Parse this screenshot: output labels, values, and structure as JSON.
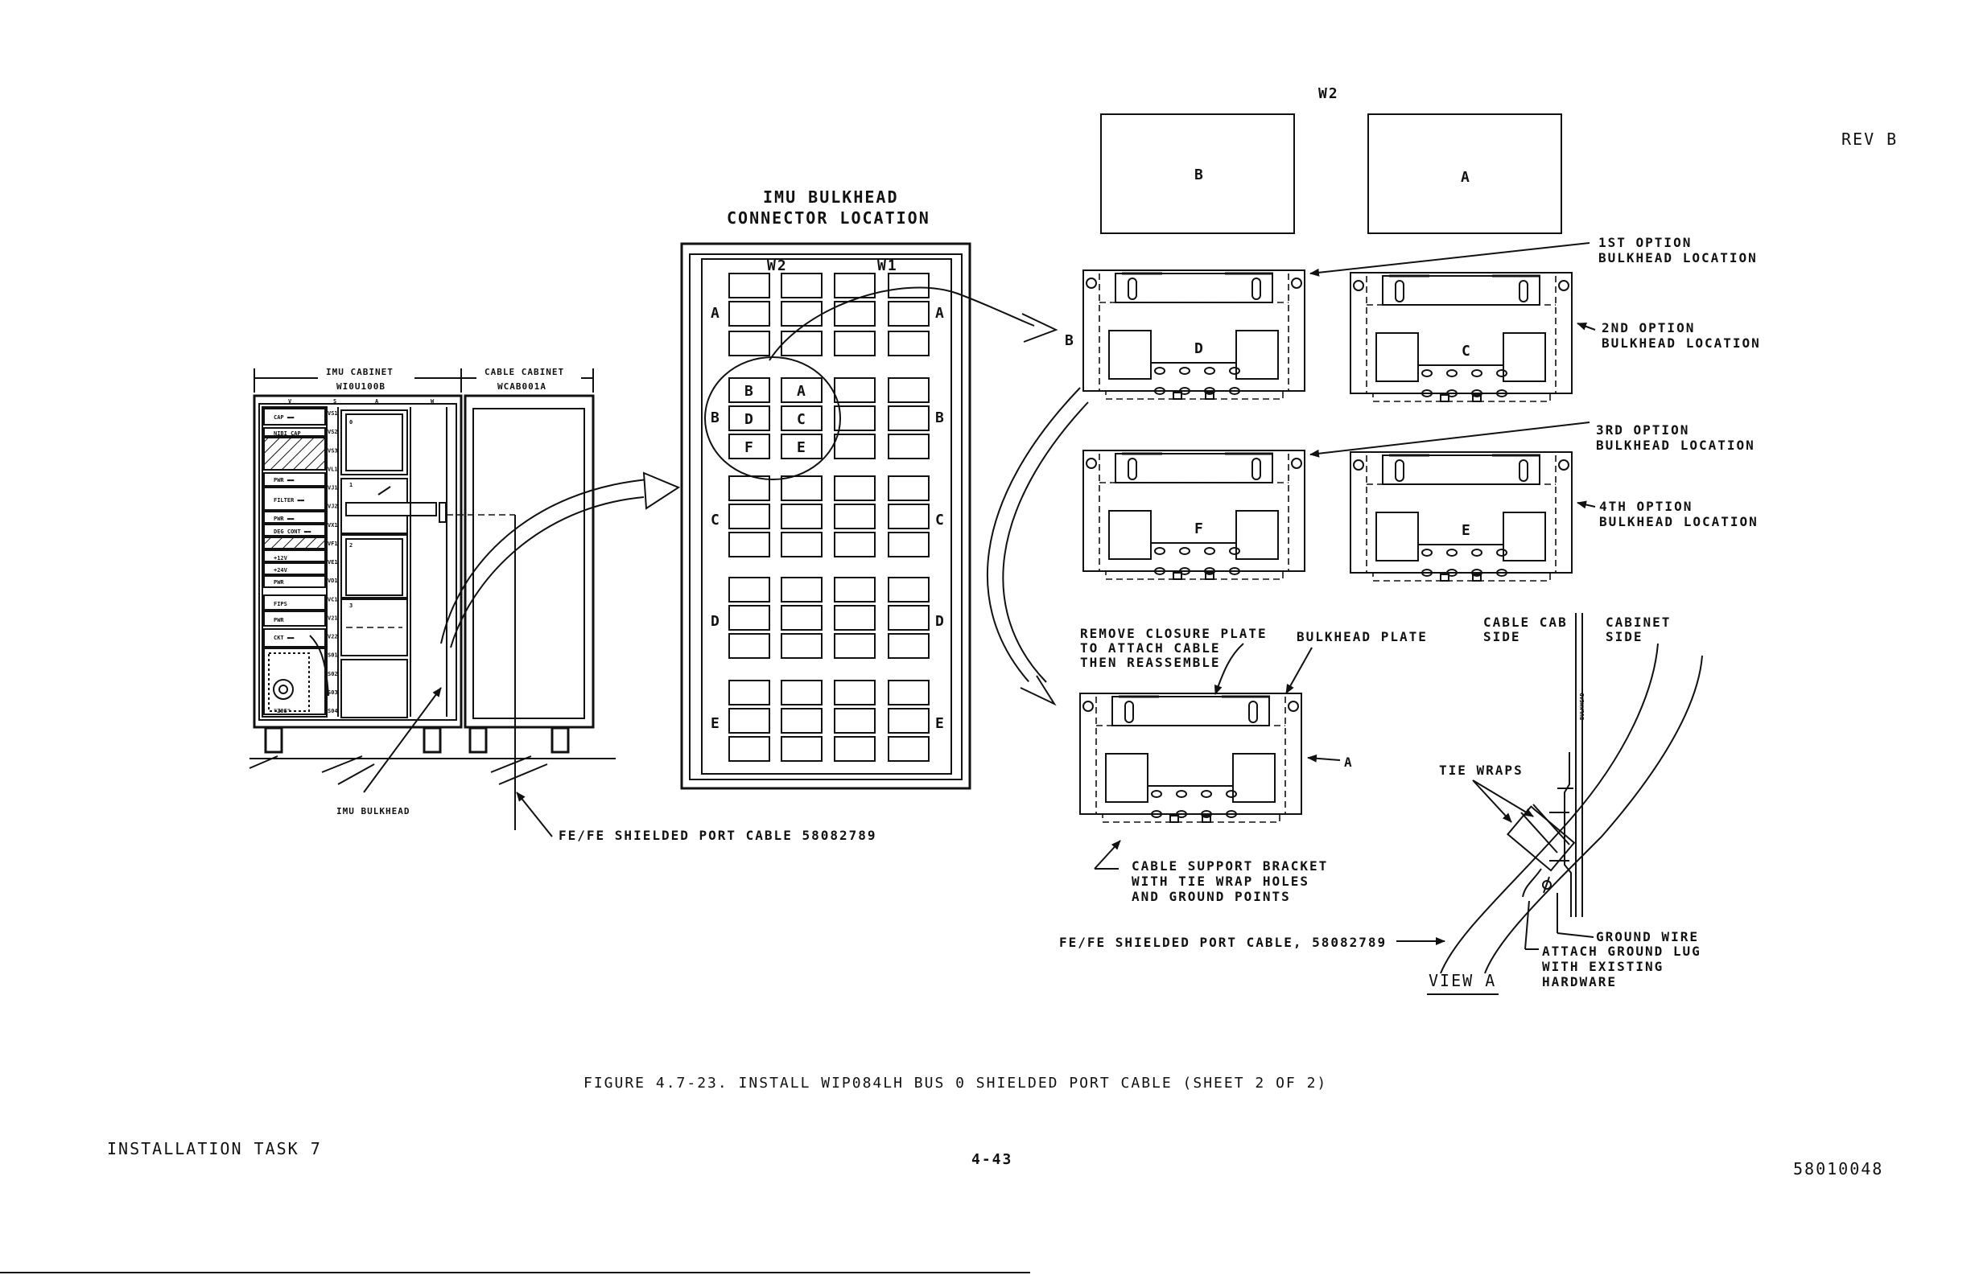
{
  "header": {
    "rev": "REV B"
  },
  "footer": {
    "left": "INSTALLATION TASK 7",
    "center": "4-43",
    "right": "58010048",
    "caption": "FIGURE 4.7-23.  INSTALL WIP084LH BUS 0 SHIELDED PORT CABLE (SHEET 2 OF 2)"
  },
  "cabinet_view": {
    "imu_cabinet_title": "IMU CABINET",
    "imu_cabinet_id": "WI0U100B",
    "cable_cabinet_title": "CABLE CABINET",
    "cable_cabinet_id": "WCAB001A",
    "imu_bulkhead_label": "IMU BULKHEAD",
    "cable_label": "FE/FE SHIELDED PORT CABLE 58082789",
    "top_letters": [
      "V",
      "S",
      "A",
      "W"
    ],
    "panel_labels": [
      "CAP ▬▬",
      "NIBI CAP",
      "PWR ▬▬",
      "FILTER ▬▬",
      "PWR ▬▬",
      "DEG CONT ▬▬",
      "+12V",
      "+24V",
      "PWR",
      "FIPS",
      "PWR",
      "CKT ▬▬",
      "\"Z05\""
    ],
    "side_tags": [
      "VS1",
      "VS2",
      "VS3",
      "VL1",
      "VJ1",
      "VJ2",
      "VX1",
      "VF1",
      "VE1",
      "VD1",
      "VC1",
      "V21",
      "V22",
      "S01",
      "S02",
      "S03",
      "S04"
    ],
    "card_numbers": [
      "0",
      "1",
      "2",
      "3"
    ]
  },
  "bulkhead_connector": {
    "title_line1": "IMU BULKHEAD",
    "title_line2": "CONNECTOR LOCATION",
    "col_labels": [
      "W2",
      "W1"
    ],
    "row_labels": [
      "A",
      "B",
      "C",
      "D",
      "E"
    ],
    "highlight_cells": [
      "B",
      "A",
      "D",
      "C",
      "F",
      "E"
    ]
  },
  "plates": {
    "w2_label": "W2",
    "box_b": "B",
    "box_a": "A",
    "row_label_b": "B",
    "plate_letters": [
      "D",
      "C",
      "F",
      "E"
    ],
    "opt1": [
      "1ST OPTION",
      "BULKHEAD LOCATION"
    ],
    "opt2": [
      "2ND OPTION",
      "BULKHEAD LOCATION"
    ],
    "opt3": [
      "3RD OPTION",
      "BULKHEAD LOCATION"
    ],
    "opt4": [
      "4TH OPTION",
      "BULKHEAD LOCATION"
    ]
  },
  "detail": {
    "remove_closure": [
      "REMOVE CLOSURE PLATE",
      "TO ATTACH CABLE",
      "THEN REASSEMBLE"
    ],
    "bulkhead_plate": "BULKHEAD PLATE",
    "view_arrow_label": "A",
    "cable_support": [
      "CABLE SUPPORT BRACKET",
      "WITH TIE WRAP HOLES",
      "AND GROUND POINTS"
    ],
    "fefe_cable": "FE/FE SHIELDED PORT CABLE, 58082789",
    "cable_cab_side": [
      "CABLE CAB",
      "SIDE"
    ],
    "cabinet_side": [
      "CABINET",
      "SIDE"
    ],
    "bulkhead_vertical": "BULKHEAD",
    "tie_wraps": "TIE WRAPS",
    "ground_wire": "GROUND WIRE",
    "attach_ground": [
      "ATTACH GROUND LUG",
      "WITH EXISTING",
      "HARDWARE"
    ],
    "view_a": "VIEW A"
  }
}
